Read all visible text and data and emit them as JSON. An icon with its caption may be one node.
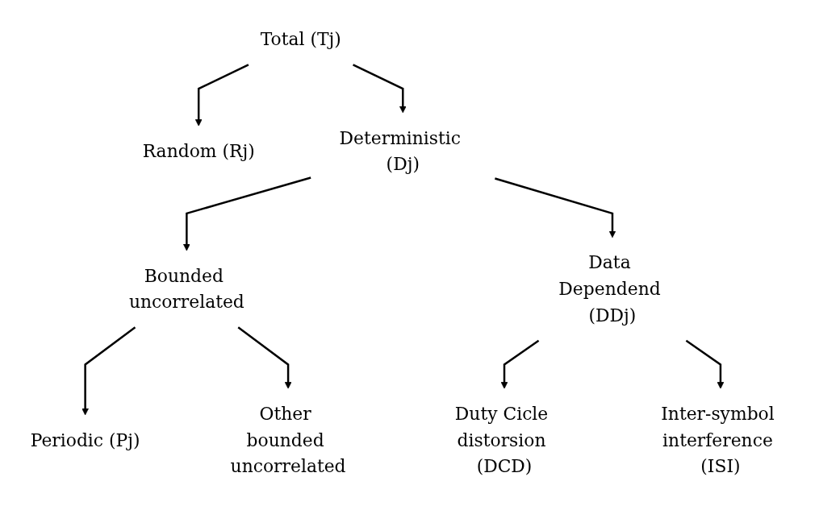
{
  "diagram": {
    "nodes": [
      {
        "text": [
          "Total (Tj)"
        ]
      },
      {
        "text": [
          "Random (Rj)"
        ]
      },
      {
        "text": [
          "Deterministic (Dj)"
        ]
      },
      {
        "text": [
          "Bounded uncorrelated"
        ]
      },
      {
        "text": [
          "Data Dependend (DDj)"
        ]
      },
      {
        "text": [
          "Periodic (Pj)"
        ]
      },
      {
        "text": [
          "Other bounded uncorrelated"
        ]
      },
      {
        "text": [
          "Duty Cicle distorsion (DCD)"
        ]
      },
      {
        "text": [
          "Inter-symbol interference (ISI)"
        ]
      }
    ],
    "edges": [
      {
        "from": 0,
        "to": 1,
        "arrow": "to"
      },
      {
        "from": 0,
        "to": 2,
        "arrow": "to"
      },
      {
        "from": 2,
        "to": 3,
        "arrow": "to"
      },
      {
        "from": 2,
        "to": 4,
        "arrow": "to"
      },
      {
        "from": 3,
        "to": 5,
        "arrow": "to"
      },
      {
        "from": 3,
        "to": 6,
        "arrow": "to"
      },
      {
        "from": 4,
        "to": 7,
        "arrow": "to"
      },
      {
        "from": 4,
        "to": 8,
        "arrow": "to"
      }
    ]
  }
}
